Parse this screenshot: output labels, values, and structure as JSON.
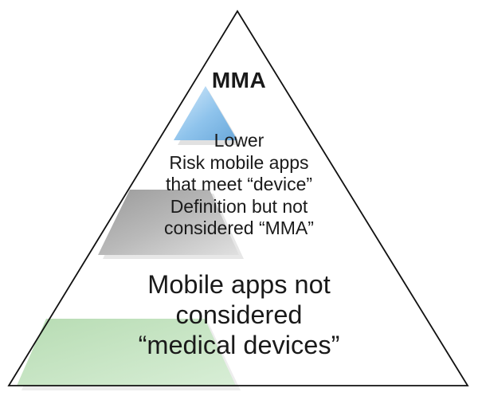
{
  "pyramid": {
    "top_tier": {
      "title": "MMA",
      "color": "#8ec3ec"
    },
    "middle_tier": {
      "lines": [
        "Lower",
        "Risk mobile apps",
        "that meet “device”",
        "Definition but not",
        "considered “MMA”"
      ],
      "color": "#b5b5b5"
    },
    "bottom_tier": {
      "lines": [
        "Mobile apps not",
        "considered",
        "“medical devices”"
      ],
      "color": "#c9e6c6"
    },
    "outline_color": "#111111"
  }
}
